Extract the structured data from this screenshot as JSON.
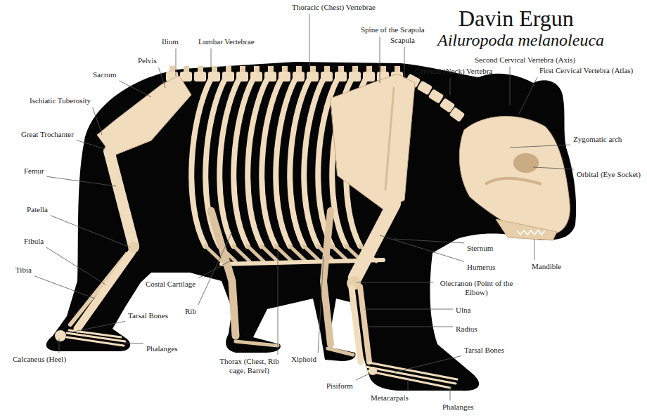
{
  "diagram": {
    "title": "Davin Ergun",
    "labels": [
      "Ailuropoda melanoleuca",
      "Thoracic (Chest) Vertebrae",
      "Ilium",
      "Lumbar Vertebrae",
      "Spine of the Scapula",
      "Scapula",
      "Second Cervical Vertebra (Axis)",
      "First Cervical Vertebra (Atlas)",
      "Cervical (Neck) Vertebra",
      "Pelvis",
      "Sacrum",
      "Ischiatic Tuberosity",
      "Great Trochanter",
      "Zygomatic arch",
      "Femur",
      "Orbital (Eye Socket)",
      "Patella",
      "Fibula",
      "Sternum",
      "Humerus",
      "Mandible",
      "Tibia",
      "Costal Cartilage",
      "Olecranon (Point of the Elbow)",
      "Ulna",
      "Rib",
      "Tarsal Bones",
      "Radius",
      "Tarsal Bones",
      "Phalanges",
      "Calcaneus (Heel)",
      "Thorax (Chest, Rib cage, Barrel)",
      "Xiphoid",
      "Pisiform",
      "Metacarpals",
      "Phalanges"
    ]
  }
}
